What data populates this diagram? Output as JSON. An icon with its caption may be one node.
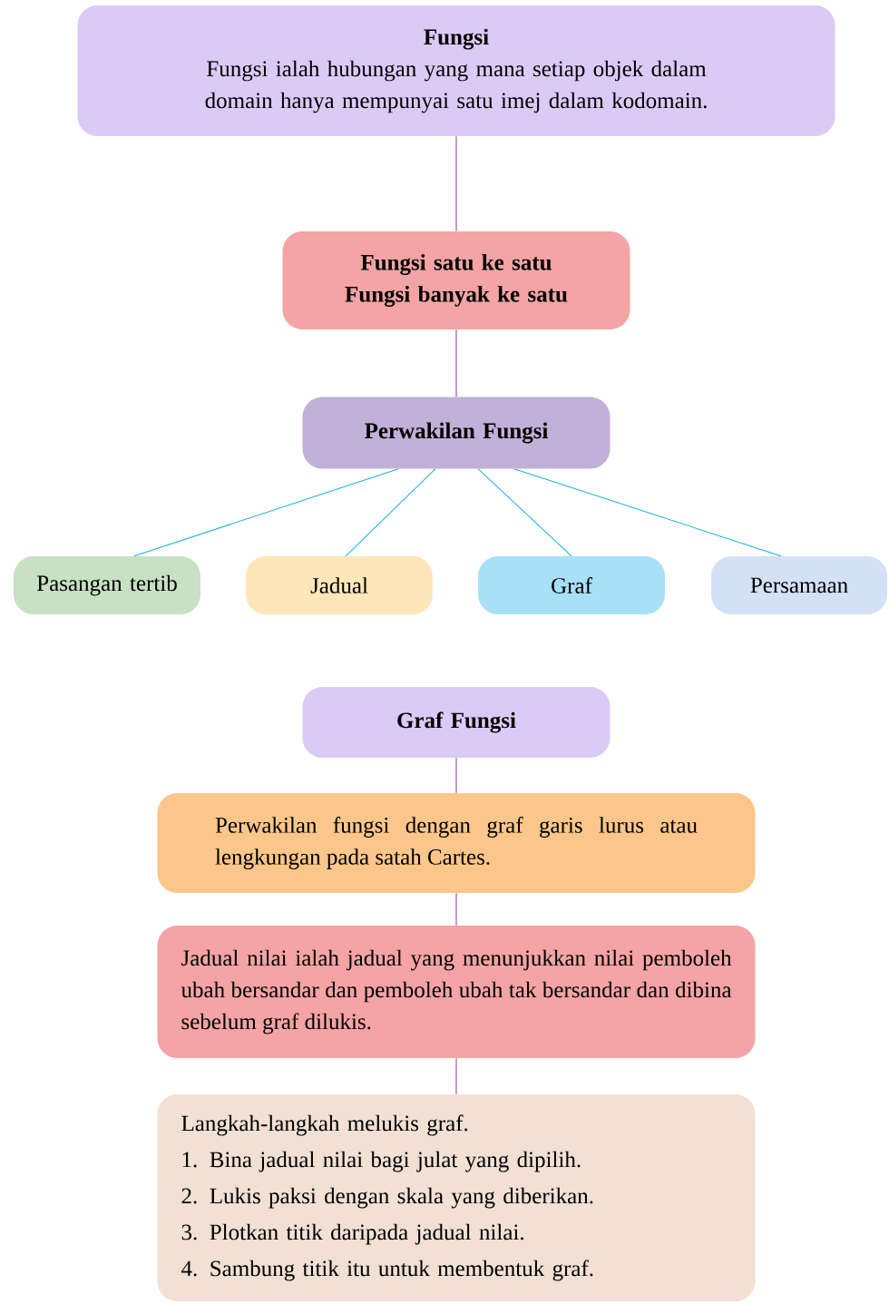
{
  "diagram": {
    "nodes": [
      {
        "text": [
          "Fungsi",
          "Fungsi ialah hubungan yang mana setiap objek dalam domain hanya mempunyai satu imej dalam kodomain."
        ]
      },
      {
        "text": [
          "Fungsi satu ke satu",
          "Fungsi banyak ke satu"
        ]
      },
      {
        "text": [
          "Perwakilan Fungsi"
        ]
      },
      {
        "text": [
          "Pasangan tertib"
        ]
      },
      {
        "text": [
          "Jadual"
        ]
      },
      {
        "text": [
          "Graf"
        ]
      },
      {
        "text": [
          "Persamaan"
        ]
      },
      {
        "text": [
          "Graf Fungsi"
        ]
      },
      {
        "text": [
          "Perwakilan fungsi dengan graf garis lurus atau lengkungan pada satah Cartes."
        ]
      },
      {
        "text": [
          "Jadual nilai ialah jadual yang menunjukkan nilai pemboleh ubah bersandar dan pemboleh ubah tak bersandar dan dibina sebelum graf dilukis."
        ]
      },
      {
        "text": [
          "Langkah-langkah melukis graf.",
          "1. Bina jadual nilai bagi julat yang dipilih.",
          "2. Lukis paksi dengan skala yang diberikan.",
          "3. Plotkan titik daripada jadual nilai.",
          "4. Sambung titik itu untuk membentuk graf."
        ]
      }
    ],
    "edges": [
      {
        "from": 0,
        "to": 1,
        "arrow": "none"
      },
      {
        "from": 1,
        "to": 2,
        "arrow": "none"
      },
      {
        "from": 2,
        "to": 3,
        "arrow": "none",
        "color": "#1ab0e0"
      },
      {
        "from": 2,
        "to": 4,
        "arrow": "none",
        "color": "#1ab0e0"
      },
      {
        "from": 2,
        "to": 5,
        "arrow": "none",
        "color": "#1ab0e0"
      },
      {
        "from": 2,
        "to": 6,
        "arrow": "none",
        "color": "#1ab0e0"
      },
      {
        "from": 7,
        "to": 8,
        "arrow": "none"
      },
      {
        "from": 8,
        "to": 9,
        "arrow": "none"
      },
      {
        "from": 9,
        "to": 10,
        "arrow": "none"
      }
    ]
  }
}
